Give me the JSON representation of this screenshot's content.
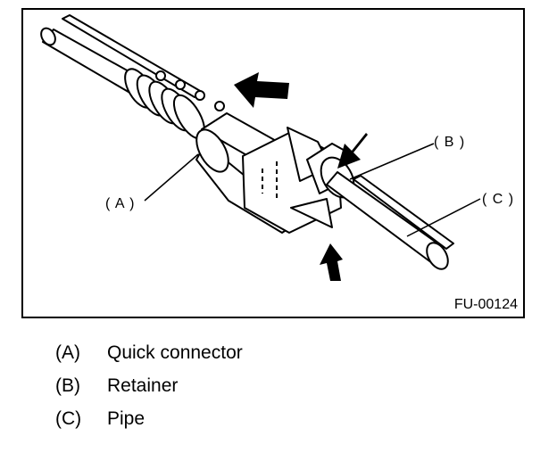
{
  "figure": {
    "code": "FU-00124",
    "callouts": {
      "a": "( A )",
      "b": "( B )",
      "c": "( C )"
    }
  },
  "legend": [
    {
      "key": "(A)",
      "label": "Quick connector"
    },
    {
      "key": "(B)",
      "label": "Retainer"
    },
    {
      "key": "(C)",
      "label": "Pipe"
    }
  ]
}
